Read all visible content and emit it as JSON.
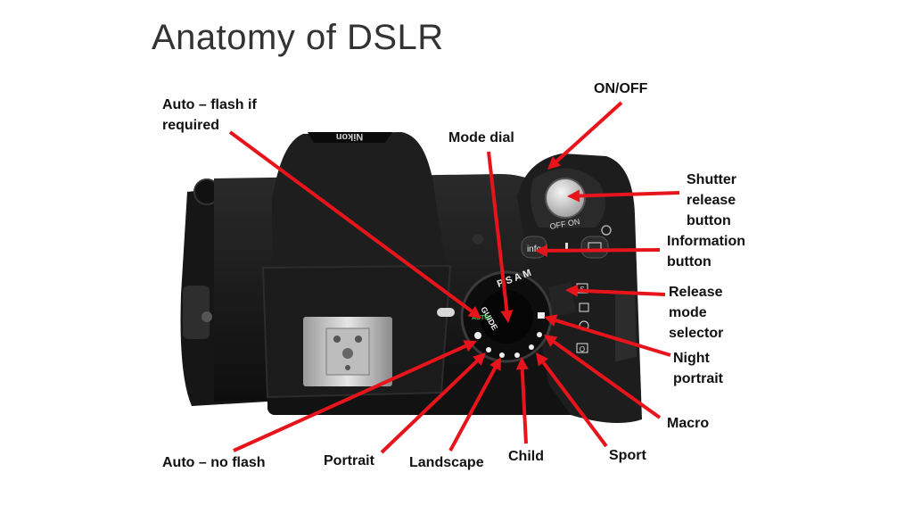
{
  "title": "Anatomy of DSLR",
  "camera": {
    "brand": "Nikon",
    "dial_marks": [
      "P",
      "S",
      "A",
      "M",
      "GUIDE",
      "AUTO"
    ],
    "switch_marks": [
      "OFF",
      "ON"
    ],
    "release_marks": [
      "S",
      "Q"
    ]
  },
  "labels": {
    "auto_flash": [
      "Auto – flash if",
      "required"
    ],
    "mode_dial": "Mode dial",
    "on_off": "ON/OFF",
    "shutter": [
      "Shutter",
      "release",
      "button"
    ],
    "information": [
      "Information",
      "button"
    ],
    "release_mode": [
      "Release",
      "mode",
      "selector"
    ],
    "night_portrait": [
      "Night",
      "portrait"
    ],
    "macro": "Macro",
    "sport": "Sport",
    "child": "Child",
    "landscape": "Landscape",
    "portrait": "Portrait",
    "auto_no_flash": "Auto – no flash"
  },
  "colors": {
    "arrow": "#e8141b",
    "title": "#333333",
    "camera": "#1a1a1a"
  }
}
